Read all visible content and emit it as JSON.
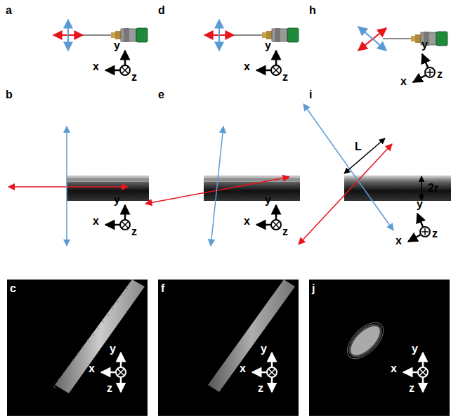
{
  "diagram": {
    "labels": [
      "a",
      "d",
      "h",
      "y",
      "x",
      "z",
      "y",
      "x",
      "z",
      "y",
      "x",
      "z",
      "b",
      "e",
      "i",
      "y",
      "x",
      "z",
      "y",
      "x",
      "z",
      "y",
      "x",
      "z",
      "L",
      "2r",
      "c",
      "f",
      "j",
      "y",
      "x",
      "z",
      "y",
      "x",
      "z",
      "y",
      "x",
      "z"
    ]
  }
}
